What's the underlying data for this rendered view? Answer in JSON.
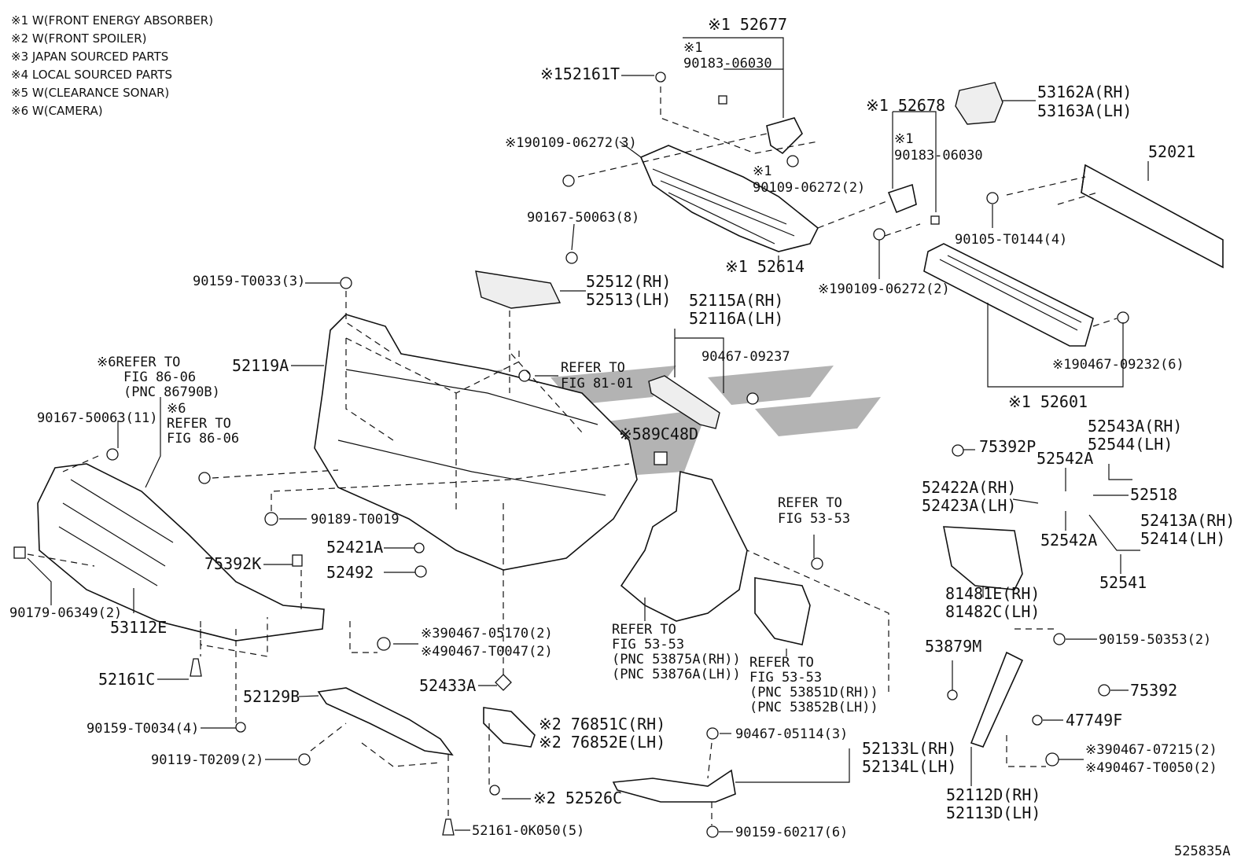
{
  "notes": [
    "※1 W(FRONT ENERGY ABSORBER)",
    "※2 W(FRONT SPOILER)",
    "※3 JAPAN SOURCED PARTS",
    "※4 LOCAL SOURCED PARTS",
    "※5 W(CLEARANCE SONAR)",
    "※6 W(CAMERA)"
  ],
  "labels": [
    {
      "id": "l52677",
      "text": "※1 52677"
    },
    {
      "id": "l90183a1",
      "text": "※1"
    },
    {
      "id": "l90183a2",
      "text": "90183-06030"
    },
    {
      "id": "l52161T",
      "text": "※152161T"
    },
    {
      "id": "l90109a",
      "text": "※190109-06272(3)"
    },
    {
      "id": "l90109b1",
      "text": "※1"
    },
    {
      "id": "l90109b2",
      "text": "90109-06272(2)"
    },
    {
      "id": "l52678",
      "text": "※1 52678"
    },
    {
      "id": "l90183b1",
      "text": "※1"
    },
    {
      "id": "l90183b2",
      "text": "90183-06030"
    },
    {
      "id": "l53162",
      "text": "53162A(RH)"
    },
    {
      "id": "l53163",
      "text": "53163A(LH)"
    },
    {
      "id": "l52021",
      "text": "52021"
    },
    {
      "id": "l90105",
      "text": "90105-T0144(4)"
    },
    {
      "id": "l90167a",
      "text": "90167-50063(8)"
    },
    {
      "id": "l52614",
      "text": "※1 52614"
    },
    {
      "id": "l90109c",
      "text": "※190109-06272(2)"
    },
    {
      "id": "l90159a",
      "text": "90159-T0033(3)"
    },
    {
      "id": "l52512",
      "text": "52512(RH)"
    },
    {
      "id": "l52513",
      "text": "52513(LH)"
    },
    {
      "id": "l52115",
      "text": "52115A(RH)"
    },
    {
      "id": "l52116",
      "text": "52116A(LH)"
    },
    {
      "id": "l90467a",
      "text": "90467-09237"
    },
    {
      "id": "l90467b",
      "text": "※190467-09232(6)"
    },
    {
      "id": "l52601",
      "text": "※1 52601"
    },
    {
      "id": "l52119",
      "text": "52119A"
    },
    {
      "id": "lref86a1",
      "text": "※6REFER TO"
    },
    {
      "id": "lref86a2",
      "text": "FIG 86-06"
    },
    {
      "id": "lref86a3",
      "text": "(PNC 86790B)"
    },
    {
      "id": "lref81a",
      "text": "REFER TO"
    },
    {
      "id": "lref81b",
      "text": "FIG 81-01"
    },
    {
      "id": "l90167b",
      "text": "90167-50063(11)"
    },
    {
      "id": "lref86b0",
      "text": "※6"
    },
    {
      "id": "lref86b1",
      "text": "REFER TO"
    },
    {
      "id": "lref86b2",
      "text": "FIG 86-06"
    },
    {
      "id": "l89C48D",
      "text": "※589C48D"
    },
    {
      "id": "l75392P",
      "text": "75392P"
    },
    {
      "id": "l52543",
      "text": "52543A(RH)"
    },
    {
      "id": "l52544",
      "text": "52544(LH)"
    },
    {
      "id": "l52542a",
      "text": "52542A"
    },
    {
      "id": "l52422",
      "text": "52422A(RH)"
    },
    {
      "id": "l52423",
      "text": "52423A(LH)"
    },
    {
      "id": "l52518",
      "text": "52518"
    },
    {
      "id": "l52542b",
      "text": "52542A"
    },
    {
      "id": "l52413",
      "text": "52413A(RH)"
    },
    {
      "id": "l52414",
      "text": "52414(LH)"
    },
    {
      "id": "l52541",
      "text": "52541"
    },
    {
      "id": "l90189",
      "text": "90189-T0019"
    },
    {
      "id": "lref5353a1",
      "text": "REFER TO"
    },
    {
      "id": "lref5353a2",
      "text": "FIG 53-53"
    },
    {
      "id": "l52421",
      "text": "52421A"
    },
    {
      "id": "l52492",
      "text": "52492"
    },
    {
      "id": "l75392K",
      "text": "75392K"
    },
    {
      "id": "l90179",
      "text": "90179-06349(2)"
    },
    {
      "id": "l53112",
      "text": "53112E"
    },
    {
      "id": "l90467c",
      "text": "※390467-05170(2)"
    },
    {
      "id": "l90467d",
      "text": "※490467-T0047(2)"
    },
    {
      "id": "lref5353b1",
      "text": "REFER TO"
    },
    {
      "id": "lref5353b2",
      "text": "FIG 53-53"
    },
    {
      "id": "lref5353b3",
      "text": "(PNC 53875A(RH))"
    },
    {
      "id": "lref5353b4",
      "text": "(PNC 53876A(LH))"
    },
    {
      "id": "lref5353c1",
      "text": "REFER TO"
    },
    {
      "id": "lref5353c2",
      "text": "FIG 53-53"
    },
    {
      "id": "lref5353c3",
      "text": "(PNC 53851D(RH))"
    },
    {
      "id": "lref5353c4",
      "text": "(PNC 53852B(LH))"
    },
    {
      "id": "l81481",
      "text": "81481E(RH)"
    },
    {
      "id": "l81482",
      "text": "81482C(LH)"
    },
    {
      "id": "l53879",
      "text": "53879M"
    },
    {
      "id": "l90159b",
      "text": "90159-50353(2)"
    },
    {
      "id": "l52161C",
      "text": "52161C"
    },
    {
      "id": "l52433",
      "text": "52433A"
    },
    {
      "id": "l75392",
      "text": "75392"
    },
    {
      "id": "l52129",
      "text": "52129B"
    },
    {
      "id": "l90159c",
      "text": "90159-T0034(4)"
    },
    {
      "id": "l76851",
      "text": "※2 76851C(RH)"
    },
    {
      "id": "l76852",
      "text": "※2 76852E(LH)"
    },
    {
      "id": "l47749",
      "text": "47749F"
    },
    {
      "id": "l90467e",
      "text": "90467-05114(3)"
    },
    {
      "id": "l52133",
      "text": "52133L(RH)"
    },
    {
      "id": "l52134",
      "text": "52134L(LH)"
    },
    {
      "id": "l90467f",
      "text": "※390467-07215(2)"
    },
    {
      "id": "l90467g",
      "text": "※490467-T0050(2)"
    },
    {
      "id": "l90119",
      "text": "90119-T0209(2)"
    },
    {
      "id": "l52526",
      "text": "※2 52526C"
    },
    {
      "id": "l52112",
      "text": "52112D(RH)"
    },
    {
      "id": "l52113",
      "text": "52113D(LH)"
    },
    {
      "id": "l52161K",
      "text": "52161-0K050(5)"
    },
    {
      "id": "l90159d",
      "text": "90159-60217(6)"
    },
    {
      "id": "lfig",
      "text": "525835A"
    }
  ]
}
